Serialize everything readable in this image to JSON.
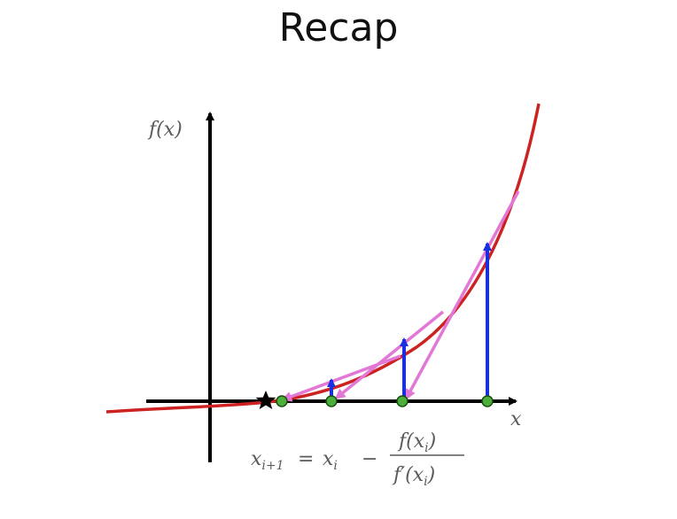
{
  "slide": {
    "title": "Recap"
  },
  "diagram": {
    "y_axis_label": "f(x)",
    "x_axis_label": "x",
    "formula": {
      "lhs_var": "x",
      "lhs_sub": "i+1",
      "equals": "=",
      "rhs_var": "x",
      "rhs_sub": "i",
      "minus": "−",
      "num_fn": "f(x",
      "num_sub": "i",
      "num_close": ")",
      "den_fn": "f′(x",
      "den_sub": "i",
      "den_close": ")"
    },
    "colors": {
      "curve": "#cc2222",
      "tangent": "#e277d6",
      "step_arrow": "#1a2fe0",
      "iterate_point": "#4caf3a",
      "axis": "#000000",
      "root_marker": "#000000"
    },
    "legend_icons": [
      "star-root-icon",
      "arrow-icon"
    ]
  }
}
